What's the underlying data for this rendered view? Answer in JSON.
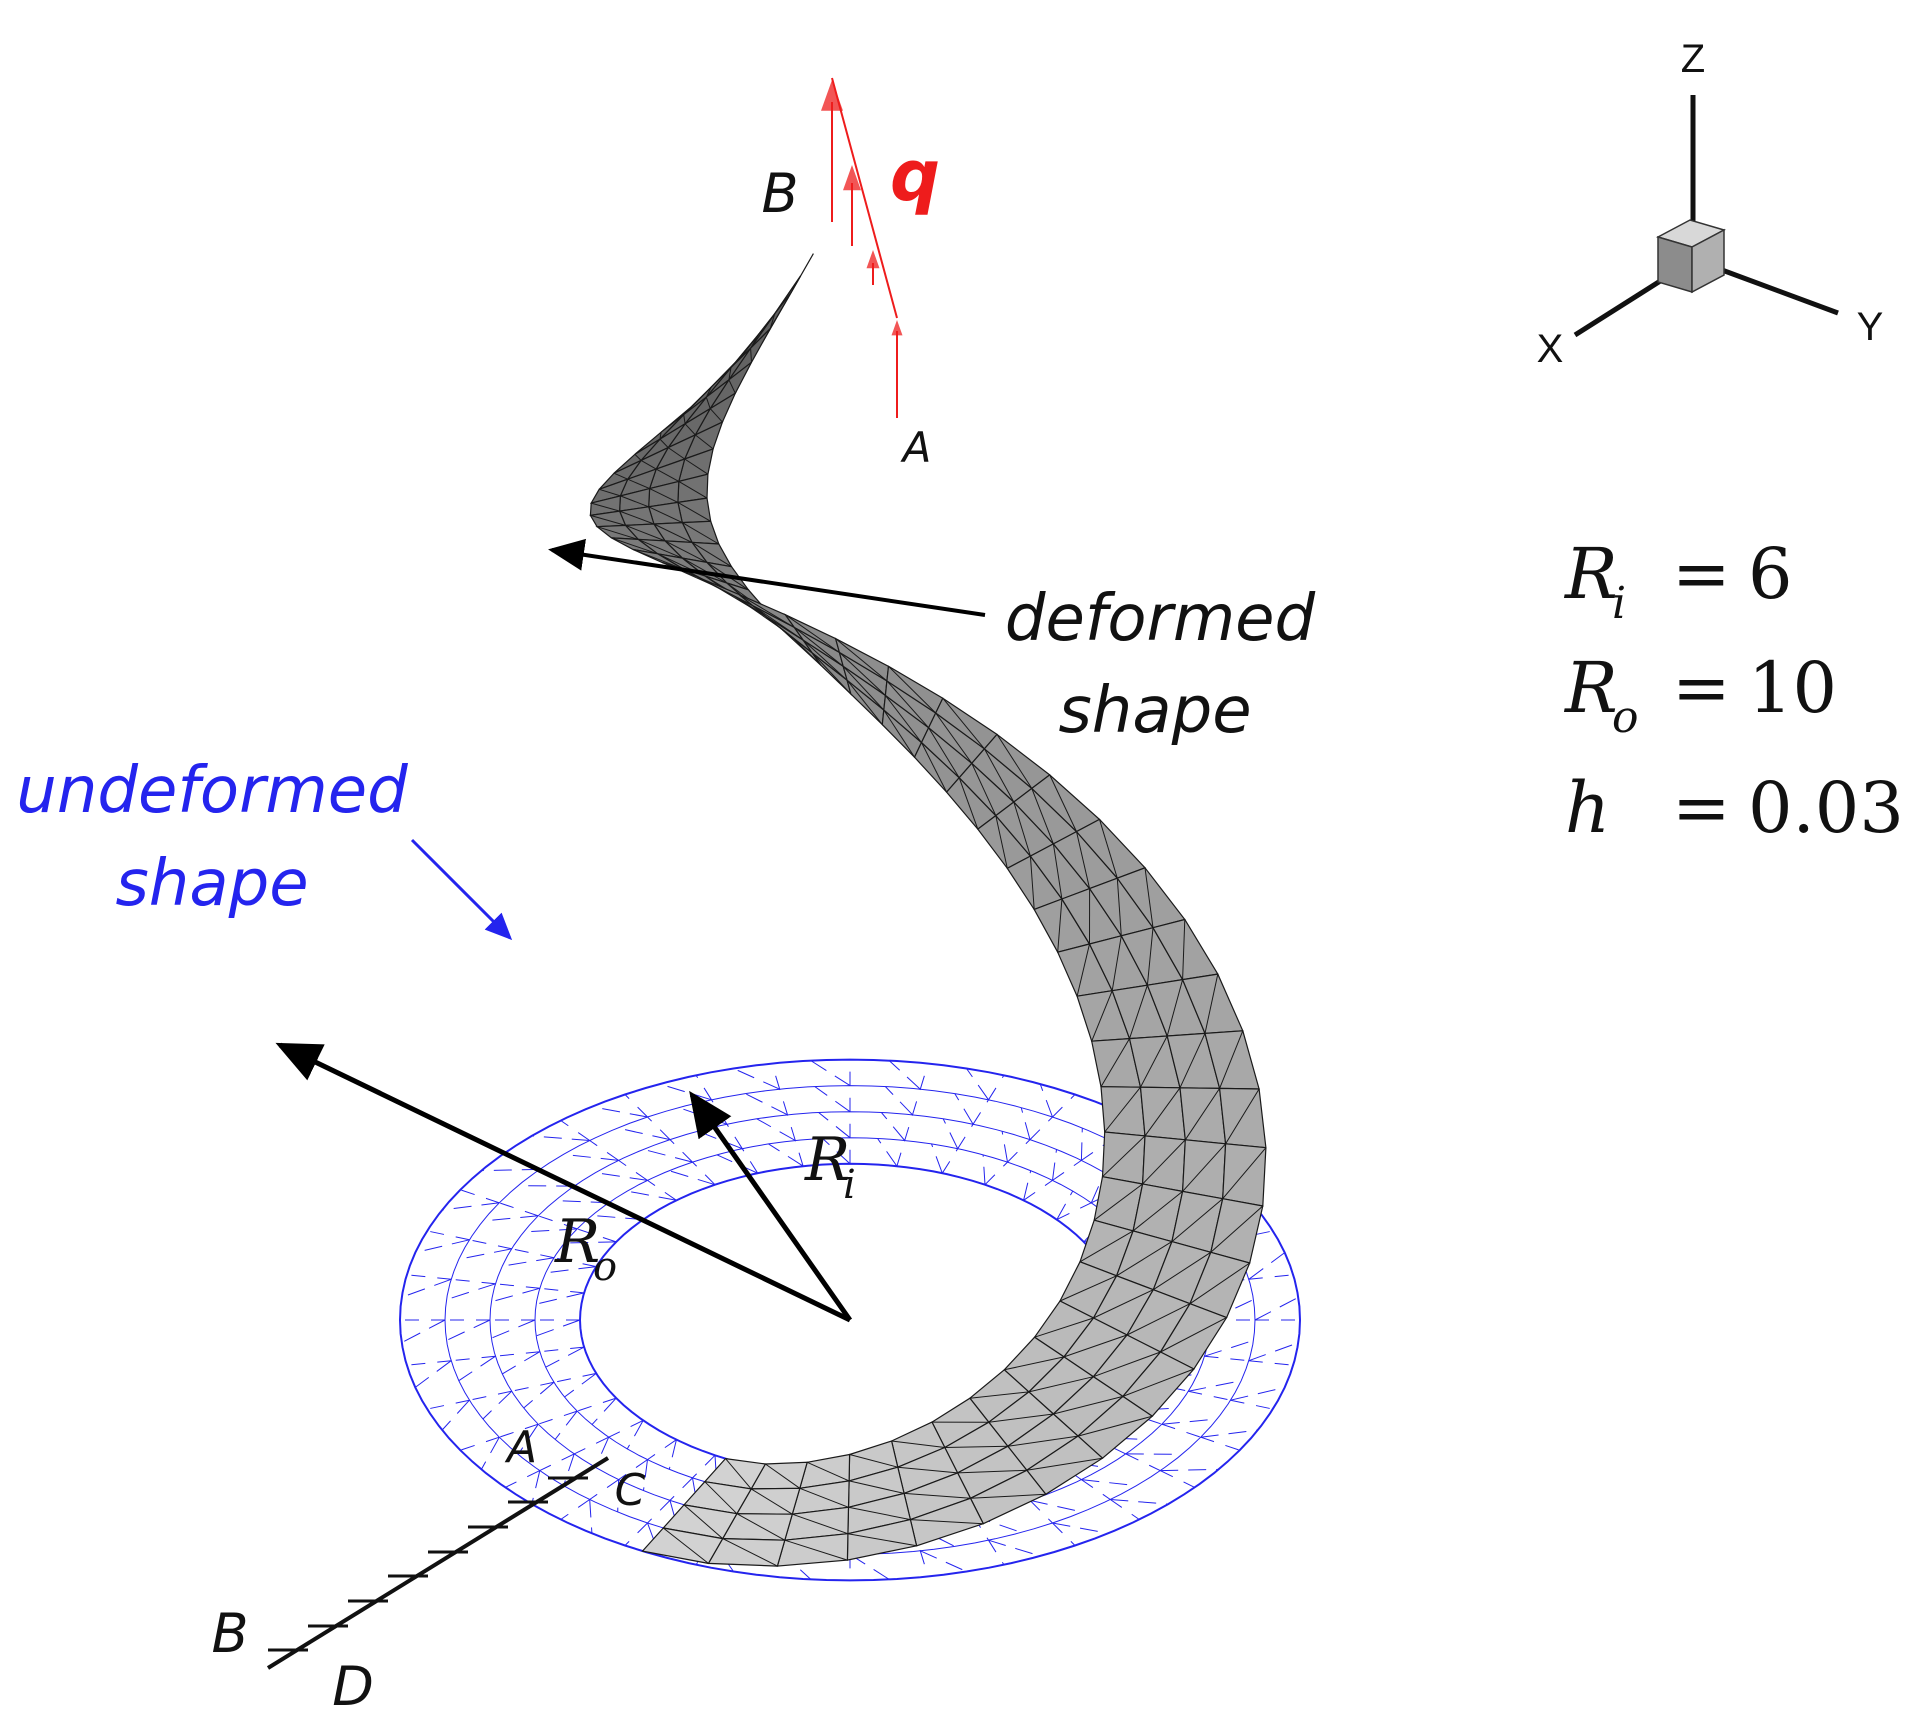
{
  "colors": {
    "undeformed": "#2424ee",
    "load": "#ee1c1c",
    "shell_dark": "#555555",
    "shell_light": "#d4d4d4",
    "edge": "#111111"
  },
  "load": {
    "label": "q"
  },
  "tip_labels": {
    "a": "A",
    "b": "B"
  },
  "clamp_labels": {
    "a": "A",
    "b": "B",
    "c": "C",
    "d": "D"
  },
  "annotations": {
    "deformed_line1": "deformed",
    "deformed_line2": "shape",
    "undeformed_line1": "undeformed",
    "undeformed_line2": "shape"
  },
  "radius_labels": {
    "inner": {
      "symbol": "R",
      "subscript": "i"
    },
    "outer": {
      "symbol": "R",
      "subscript": "o"
    }
  },
  "axes": {
    "x": "X",
    "y": "Y",
    "z": "Z"
  },
  "parameters": [
    {
      "symbol": "R",
      "subscript": "i",
      "equals": "=",
      "value": "6"
    },
    {
      "symbol": "R",
      "subscript": "o",
      "equals": "=",
      "value": "10"
    },
    {
      "symbol": "h",
      "subscript": "",
      "equals": "=",
      "value": "0.03"
    }
  ]
}
